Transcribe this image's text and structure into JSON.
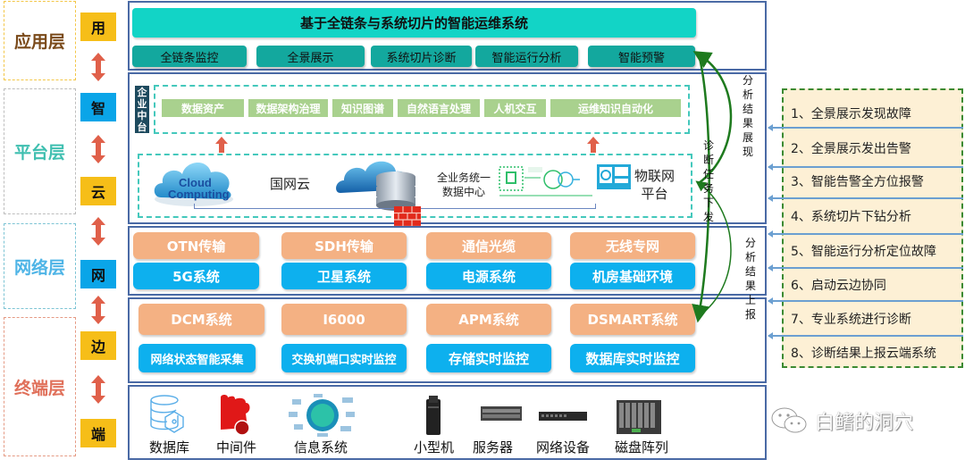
{
  "layers": {
    "app": "应用层",
    "platform": "平台层",
    "network": "网络层",
    "terminal": "终端层"
  },
  "tags": [
    "用",
    "智",
    "云",
    "网",
    "边",
    "端"
  ],
  "app_panel": {
    "title": "基于全链条与系统切片的智能运维系统",
    "buttons": [
      "全链条监控",
      "全景展示",
      "系统切片诊断",
      "智能运行分析",
      "智能预警"
    ]
  },
  "platform_panel": {
    "middle_platform_label": "企业中台",
    "capabilities": [
      "数据资产",
      "数据架构治理",
      "知识图谱",
      "自然语言处理",
      "人机交互",
      "运维知识自动化"
    ],
    "cloud_label": "国网云",
    "datacenter_label_line1": "全业务统一",
    "datacenter_label_line2": "数据中心",
    "iot_label_line1": "物联网",
    "iot_label_line2": "平台",
    "cloud_icon_text_1": "Cloud",
    "cloud_icon_text_2": "Computing"
  },
  "network_panel": {
    "row1": [
      "OTN传输",
      "SDH传输",
      "通信光缆",
      "无线专网"
    ],
    "row2": [
      "5G系统",
      "卫星系统",
      "电源系统",
      "机房基础环境"
    ]
  },
  "edge_panel": {
    "row1": [
      "DCM系统",
      "I6000",
      "APM系统",
      "DSMART系统"
    ],
    "row2": [
      "网络状态智能采集",
      "交换机端口实时监控",
      "存储实时监控",
      "数据库实时监控"
    ]
  },
  "terminal_panel": {
    "items": [
      "数据库",
      "中间件",
      "信息系统",
      "小型机",
      "服务器",
      "网络设备",
      "磁盘阵列"
    ]
  },
  "flow_labels": {
    "result_display": "分析结果展现",
    "diagnosis_task": "诊断任务下发",
    "result_report": "分析结果上报"
  },
  "steps": [
    "1、全景展示发现故障",
    "2、全景展示发出告警",
    "3、智能告警全方位报警",
    "4、系统切片下钻分析",
    "5、智能运行分析定位故障",
    "6、启动云边协同",
    "7、专业系统进行诊断",
    "8、诊断结果上报云端系统"
  ],
  "watermark": "白鳍的洞穴",
  "colors": {
    "teal_title": "#12d4c6",
    "teal_button": "#13a89e",
    "green_capability": "#a9d18e",
    "orange_pill": "#f4b183",
    "blue_pill": "#0db0ee",
    "tag_yellow": "#f6be18",
    "tag_blue": "#0aa5e8",
    "arrow_red": "#e0604a",
    "flow_green": "#1e7a1e",
    "steps_bg": "#fdf0d5"
  }
}
